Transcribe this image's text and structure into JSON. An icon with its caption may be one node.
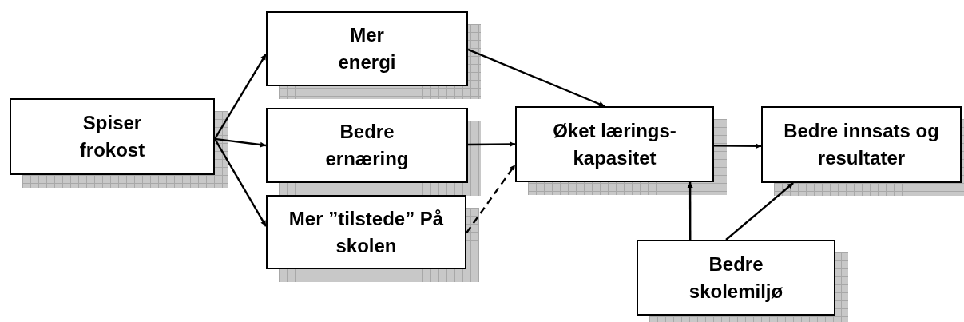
{
  "diagram": {
    "nodes": [
      {
        "text": [
          "Spiser frokost"
        ]
      },
      {
        "text": [
          "Mer energi"
        ]
      },
      {
        "text": [
          "Bedre ernæring"
        ]
      },
      {
        "text": [
          "Mer ”tilstede” På skolen"
        ]
      },
      {
        "text": [
          "Øket lærings- kapasitet"
        ]
      },
      {
        "text": [
          "Bedre innsats og resultater"
        ]
      },
      {
        "text": [
          "Bedre skolemiljø"
        ]
      }
    ],
    "edges": [
      {
        "from": 0,
        "to": 1,
        "arrow": "to"
      },
      {
        "from": 0,
        "to": 2,
        "arrow": "to"
      },
      {
        "from": 0,
        "to": 3,
        "arrow": "to"
      },
      {
        "from": 1,
        "to": 4,
        "arrow": "to"
      },
      {
        "from": 2,
        "to": 4,
        "arrow": "to"
      },
      {
        "from": 3,
        "to": 4,
        "arrow": "to",
        "style": "dashed"
      },
      {
        "from": 4,
        "to": 5,
        "arrow": "to"
      },
      {
        "from": 6,
        "to": 4,
        "arrow": "to"
      },
      {
        "from": 6,
        "to": 5,
        "arrow": "to"
      }
    ]
  }
}
